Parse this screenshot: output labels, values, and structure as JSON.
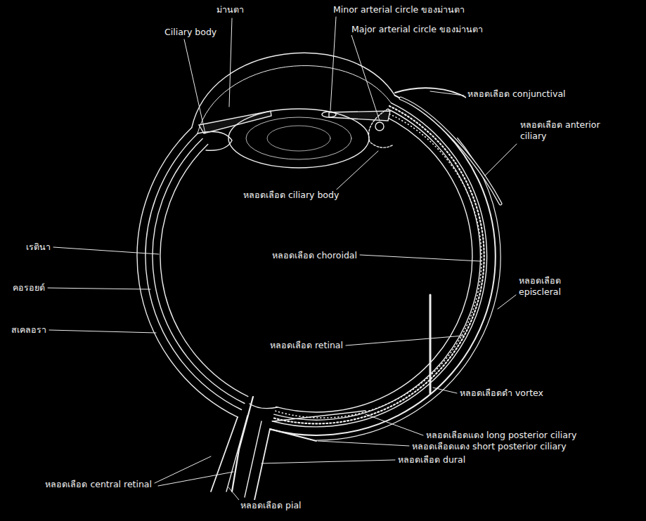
{
  "diagram": {
    "labels": [
      "ม่านตา",
      "Minor arterial circle ของม่านตา",
      "Major arterial circle ของม่านตา",
      "Ciliary body",
      "หลอดเลือด conjunctival",
      "หลอดเลือด anterior ciliary",
      "หลอดเลือด ciliary body",
      "หลอดเลือด choroidal",
      "เรตินา",
      "คอรอยด์",
      "หลอดเลือด episcleral",
      "สเคลอรา",
      "หลอดเลือด retinal",
      "หลอดเลือดดำ vortex",
      "หลอดเลือดแดง long posterior ciliary",
      "หลอดเลือดแดง short posterior ciliary",
      "หลอดเลือด central retinal",
      "หลอดเลือด dural",
      "หลอดเลือด pial"
    ]
  }
}
